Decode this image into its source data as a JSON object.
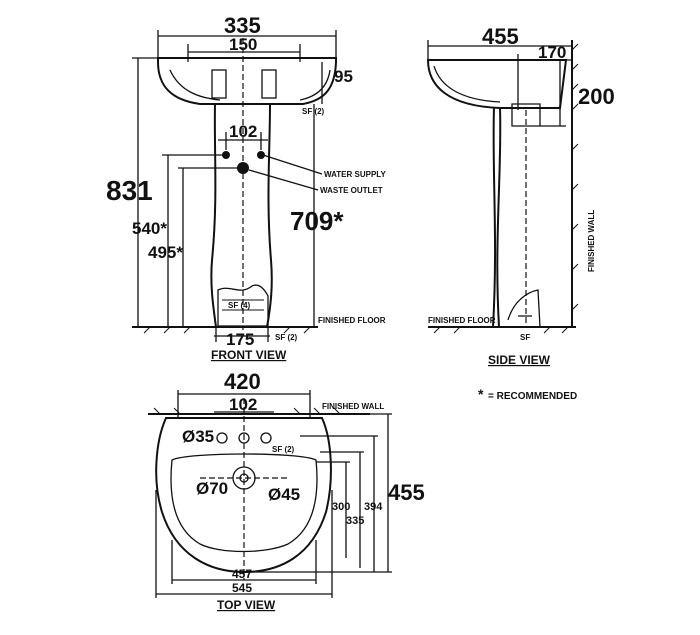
{
  "front_view": {
    "dims": {
      "width_335": "335",
      "width_150": "150",
      "depth_95": "95",
      "spacing_102": "102",
      "height_831": "831",
      "height_540": "540*",
      "height_495": "495*",
      "height_709": "709*",
      "base_175": "175"
    },
    "labels": {
      "water_supply": "WATER SUPPLY",
      "waste_outlet": "WASTE OUTLET",
      "finished_floor": "FINISHED FLOOR",
      "small_note_top": "SF (2)",
      "small_note_base": "SF (2)",
      "base_label": "SF (4)"
    },
    "title": "FRONT VIEW"
  },
  "side_view": {
    "dims": {
      "depth_455": "455",
      "depth_170": "170",
      "height_200": "200"
    },
    "labels": {
      "finished_wall": "FINISHED WALL",
      "finished_floor": "FINISHED FLOOR",
      "small_note": "SF"
    },
    "title": "SIDE VIEW"
  },
  "top_view": {
    "dims": {
      "width_420": "420",
      "spacing_102": "102",
      "dia_35": "Ø35",
      "dia_70": "Ø70",
      "dia_45": "Ø45",
      "depth_300": "300",
      "depth_335": "335",
      "depth_394": "394",
      "depth_455": "455",
      "width_457": "457",
      "width_545": "545"
    },
    "labels": {
      "finished_wall": "FINISHED WALL",
      "small_note": "SF (2)"
    },
    "title": "TOP VIEW"
  },
  "legend": {
    "star": "*",
    "text": "= RECOMMENDED"
  }
}
